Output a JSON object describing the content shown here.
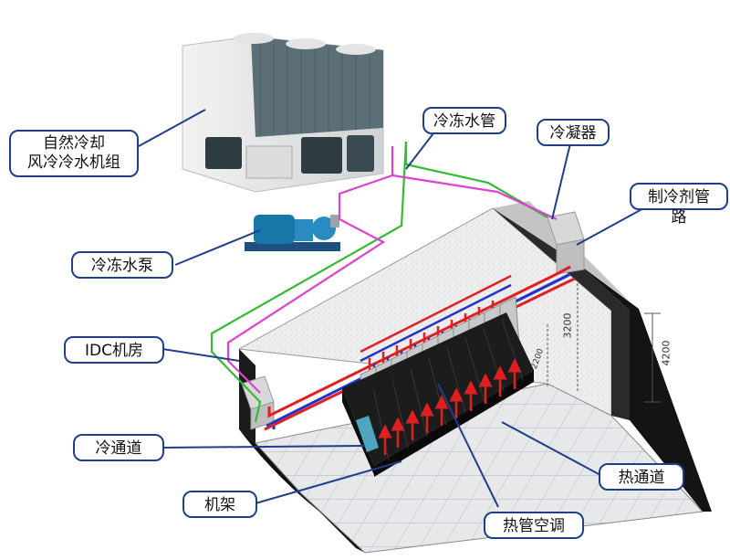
{
  "labels": {
    "chiller": "自然冷却\n风冷冷水机组",
    "chilled_pipe": "冷冻水管",
    "condenser": "冷凝器",
    "refrigerant_pipe": "制冷剂管路",
    "pump": "冷冻水泵",
    "idc_room": "IDC机房",
    "cold_aisle": "冷通道",
    "rack": "机架",
    "hot_aisle": "热通道",
    "heat_pipe_ac": "热管空调"
  },
  "dimensions": {
    "d3200": "3200",
    "d2200": "2200",
    "d4200": "4200"
  },
  "colors": {
    "callout_border": "#1f3f8a",
    "chilled_water_pipe": "#33bb33",
    "pump_loop": "#e040d0",
    "refrigerant_red": "#e02020",
    "refrigerant_blue": "#2233cc",
    "rack": "#1c1c1c",
    "airflow": "#e02020"
  }
}
